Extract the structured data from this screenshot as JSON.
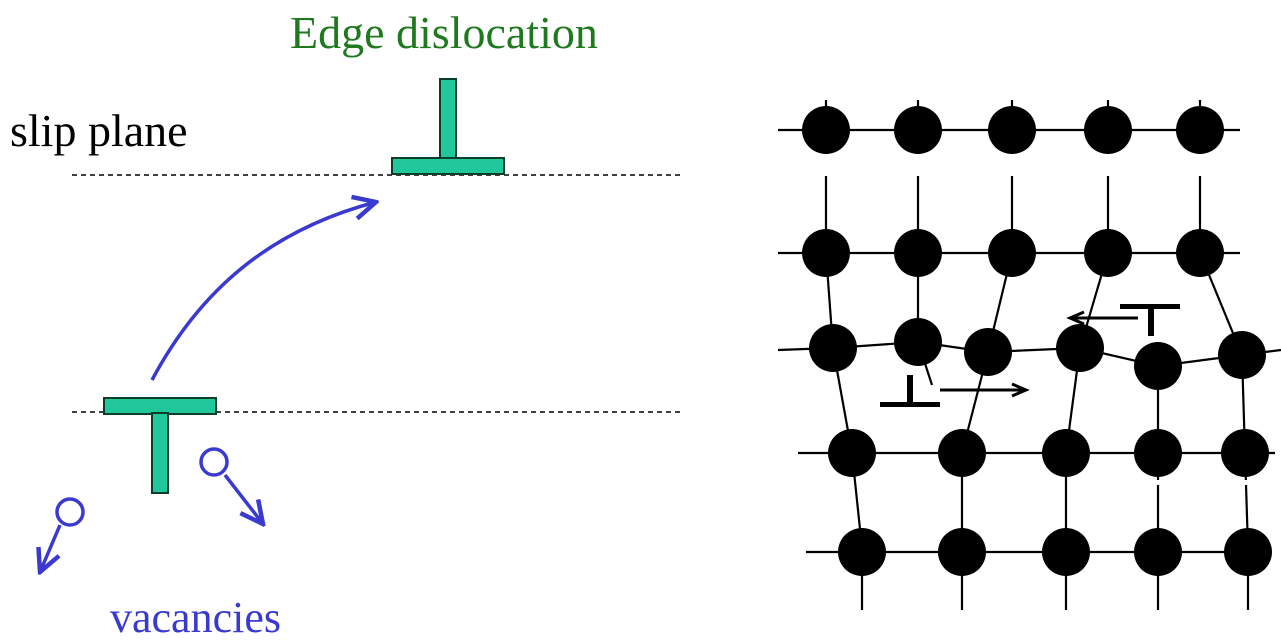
{
  "diagram": {
    "title": "Edge dislocation",
    "slip_plane_label": "slip plane",
    "vacancies_label": "vacancies",
    "colors": {
      "title": "#1f7a1f",
      "dislocation_fill": "#1fc79a",
      "dislocation_stroke": "#0a3d2a",
      "arrow": "#3a3ad0",
      "dashed_line": "#000000",
      "atom": "#000000"
    },
    "icons": [
      "dislocation-symbol-upper",
      "dislocation-symbol-lower",
      "vacancy-circle",
      "climb-arrow"
    ]
  }
}
